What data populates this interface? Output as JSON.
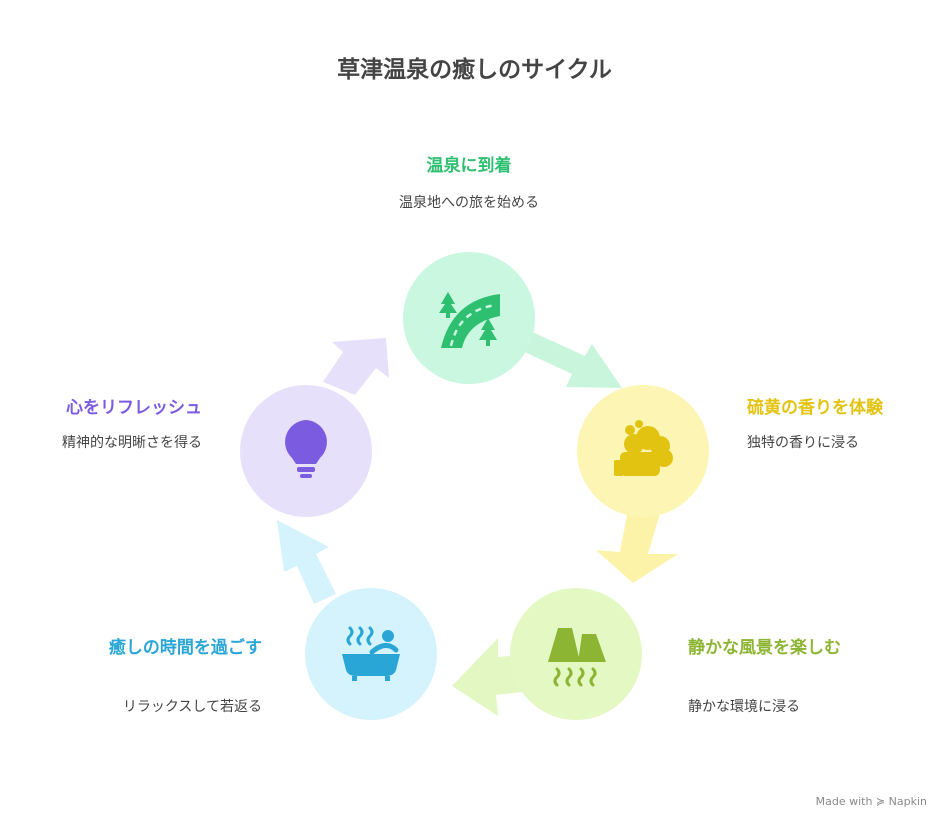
{
  "title": "草津温泉の癒しのサイクル",
  "steps": [
    {
      "label": "温泉に到着",
      "desc": "温泉地への旅を始める",
      "icon": "road-trees-icon",
      "color": "#2fbf71",
      "fill": "#c9f7df"
    },
    {
      "label": "硫黄の香りを体験",
      "desc": "独特の香りに浸る",
      "icon": "steam-cloud-icon",
      "color": "#e3c312",
      "fill": "#fdf5b3"
    },
    {
      "label": "静かな風景を楽しむ",
      "desc": "静かな環境に浸る",
      "icon": "hot-spring-rocks-icon",
      "color": "#8db534",
      "fill": "#e4f8c4"
    },
    {
      "label": "癒しの時間を過ごす",
      "desc": "リラックスして若返る",
      "icon": "bathtub-icon",
      "color": "#2aa6d6",
      "fill": "#d4f3fc"
    },
    {
      "label": "心をリフレッシュ",
      "desc": "精神的な明晰さを得る",
      "icon": "lightbulb-icon",
      "color": "#7b5be0",
      "fill": "#e6e0fb"
    }
  ],
  "watermark": "Made with ≽ Napkin"
}
